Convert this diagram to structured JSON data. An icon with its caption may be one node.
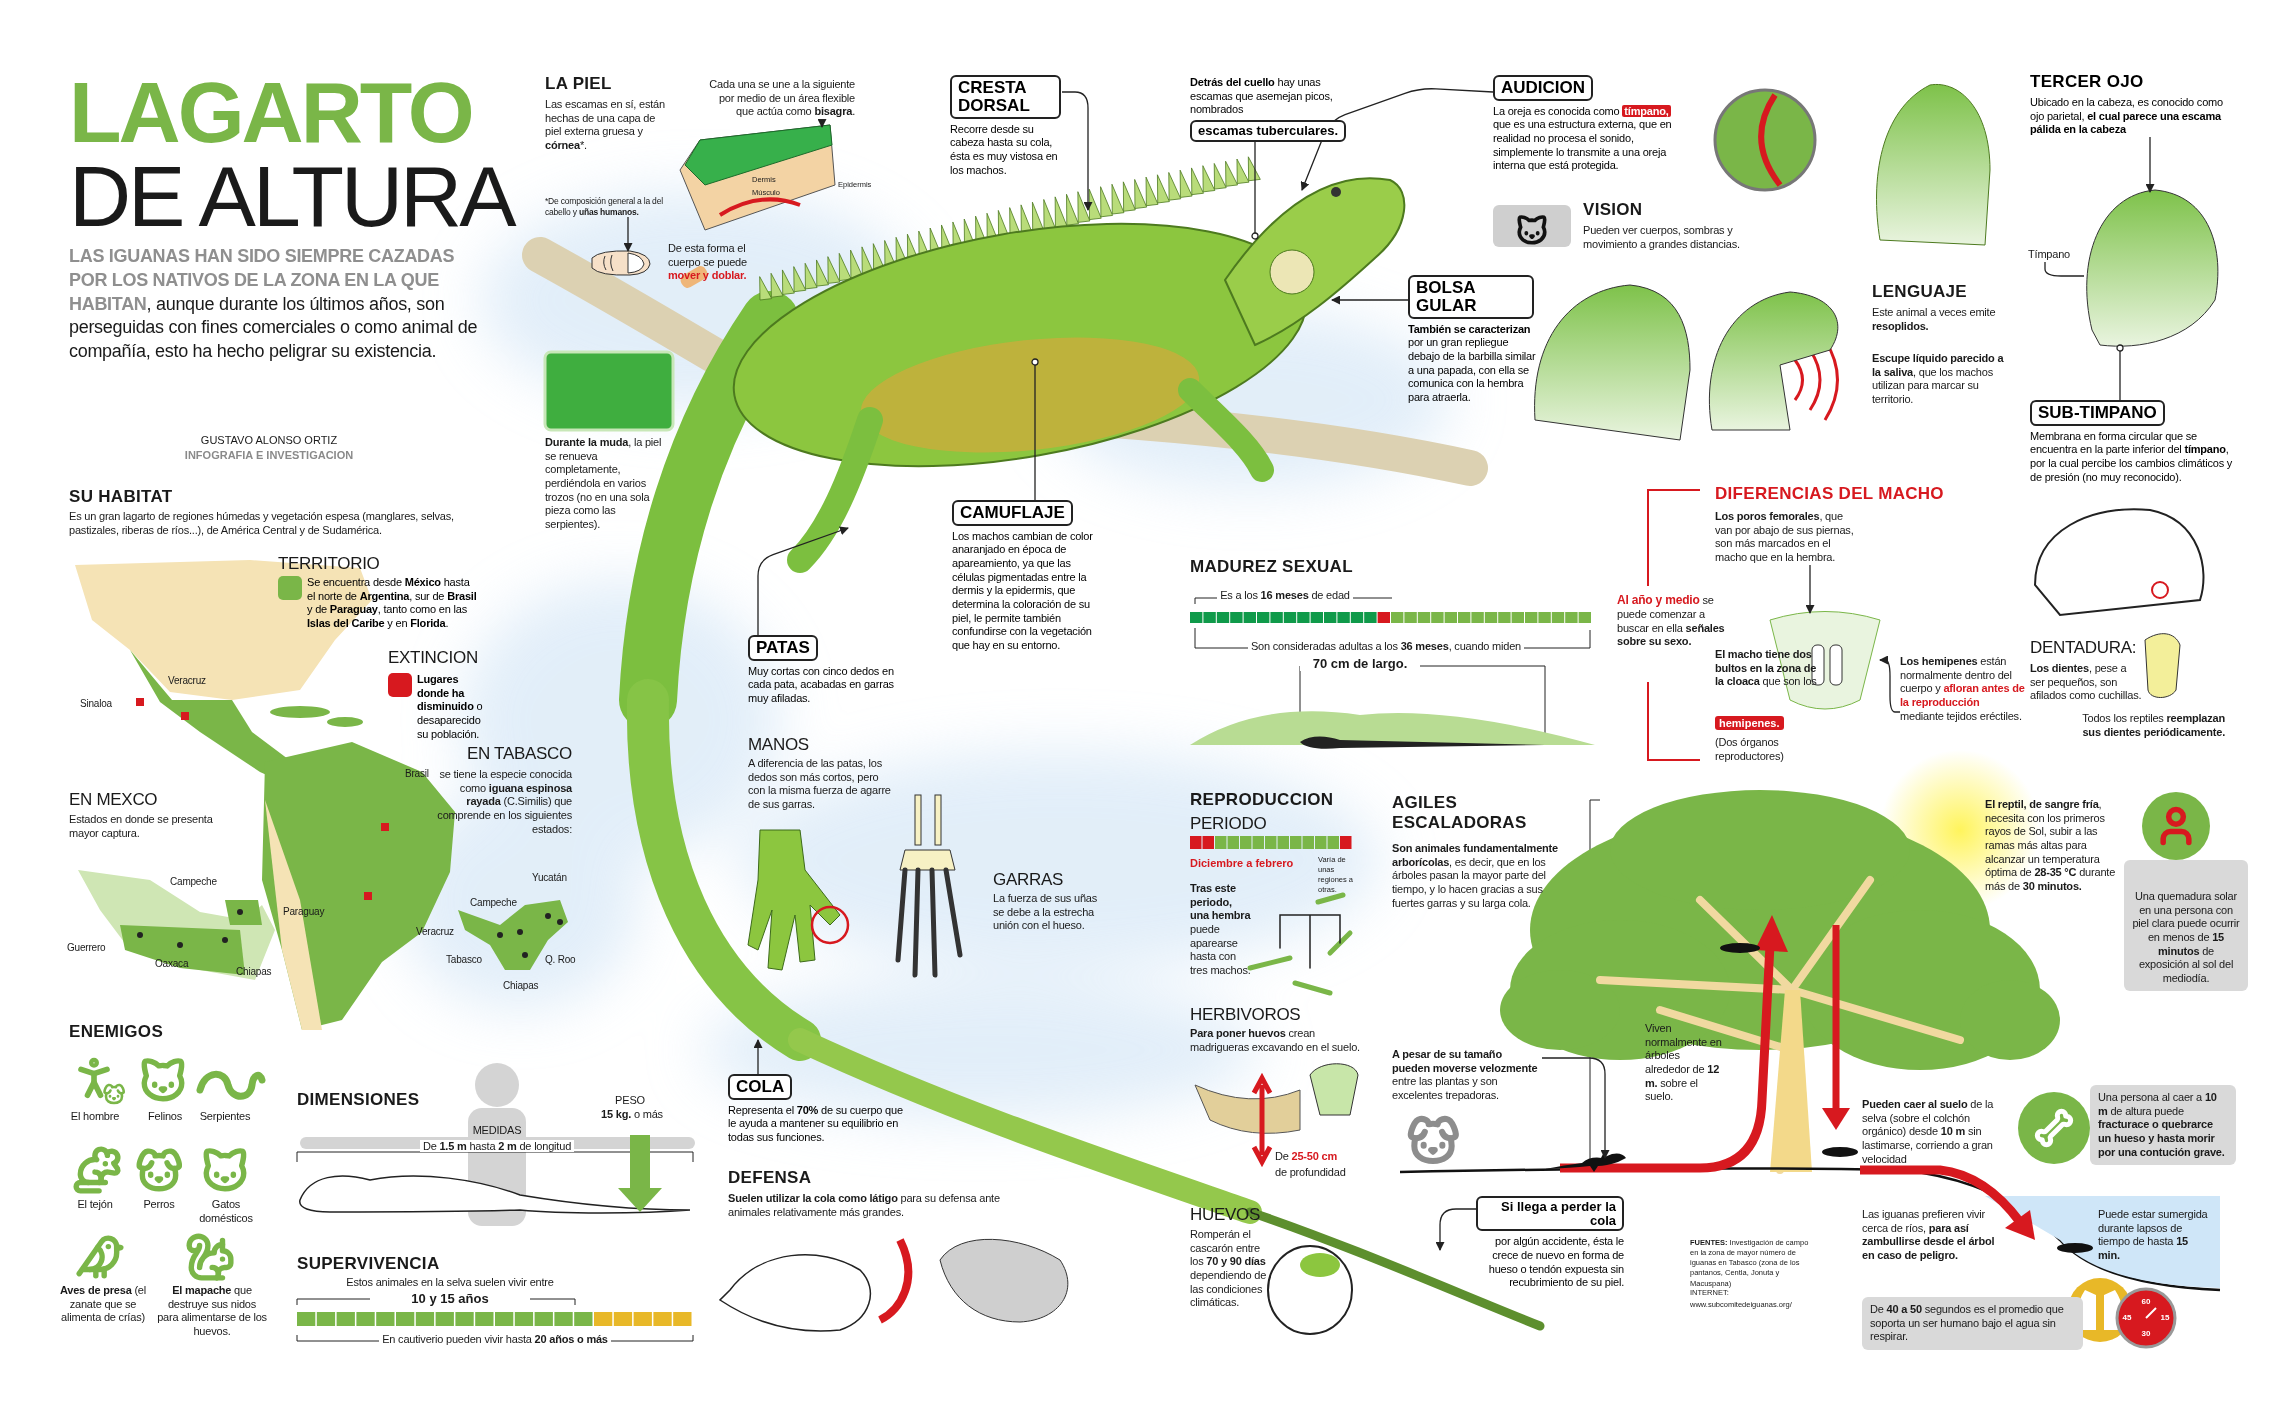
{
  "diagram": {
    "title": "LAGARTO DE ALTURA",
    "nodes": [
      {
        "text": [
          "CRESTA DORSAL",
          "Recorre desde su cabeza hasta su cola, ésta es muy vistosa en los machos."
        ]
      },
      {
        "text": [
          "escamas tuberculares."
        ],
        "beside": [
          "**Detrás del cuello** hay unas escamas que asemejan picos, nombrados"
        ]
      },
      {
        "text": [
          "AUDICION",
          "La oreja es conocida como **tímpano,** que es una estructura externa, que en realidad no procesa el sonido, simplemente lo transmite a una oreja interna que está protegida."
        ]
      },
      {
        "text": [
          "BOLSA GULAR",
          "**También se caracterizan** por un gran repliegue debajo de la barbilla similar a una papada, con ella se comunica con la hembra para atraerla."
        ]
      },
      {
        "text": [
          "CAMUFLAJE",
          "Los machos cambian de color anaranjado en época de apareamiento, ya que las células pigmentadas entre la dermis y la epidermis, que determina la coloración de su piel, le permite también confundirse con la vegetación que hay en su entorno."
        ]
      },
      {
        "text": [
          "PATAS",
          "Muy cortas con cinco dedos en cada pata, acabadas en garras muy afiladas."
        ]
      },
      {
        "text": [
          "COLA",
          "Representa el **70%** de su cuerpo que le ayuda a mantener su equilibrio en todas sus funciones."
        ]
      },
      {
        "text": [
          "Si llega a perder la cola",
          "por algún accidente, ésta le crece de nuevo en forma de hueso o tendón expuesta sin recubrimiento de su piel."
        ]
      },
      {
        "text": [
          "TERCER OJO",
          "Ubicado en la cabeza, es conocido como ojo parietal, **el cual parece una escama pálida en la cabeza**"
        ]
      },
      {
        "text": [
          "Tímpano"
        ]
      },
      {
        "text": [
          "SUB-TIMPANO",
          "Membrana en forma circular que se encuentra en la parte inferior del **tímpano**, por la cual percibe los cambios climáticos y de presión (no muy reconocido)."
        ]
      },
      {
        "text": [
          "Cada una se une a la siguiente por medio de un área flexible que actúa como **bisagra**."
        ]
      },
      {
        "text": [
          "*De composición general a la del cabello y **uñas humanos.**"
        ]
      },
      {
        "text": [
          "**Los poros femorales**, que van por abajo de sus piernas, son más marcados en el macho que en la hembra."
        ]
      },
      {
        "text": [
          "**Los hemipenes** están normalmente dentro del cuerpo y **afloran antes de la reproducción** mediante tejidos eréctiles."
        ]
      },
      {
        "text": [
          "**A pesar de su tamaño pueden moverse velozmente** entre las plantas y son excelentes trepadoras."
        ]
      },
      {
        "text": [],
        "shape": "picture"
      },
      {
        "text": [],
        "shape": "picture"
      },
      {
        "text": [],
        "shape": "picture"
      },
      {
        "text": [],
        "shape": "picture"
      },
      {
        "text": [],
        "shape": "picture"
      },
      {
        "text": [],
        "shape": "picture"
      }
    ],
    "edges": [
      {
        "from": 0,
        "to": null,
        "arrow": "to"
      },
      {
        "from": 1,
        "to": 21,
        "arrow": "other"
      },
      {
        "from": 2,
        "to": 21,
        "arrow": "to"
      },
      {
        "from": 3,
        "to": 21,
        "arrow": "to"
      },
      {
        "from": 4,
        "to": null,
        "arrow": "other"
      },
      {
        "from": 5,
        "to": null,
        "arrow": "to"
      },
      {
        "from": 6,
        "to": null,
        "arrow": "to"
      },
      {
        "from": 7,
        "to": null,
        "arrow": "to"
      },
      {
        "from": 8,
        "to": 16,
        "arrow": "to"
      },
      {
        "from": 9,
        "to": 16,
        "arrow": "none"
      },
      {
        "from": 10,
        "to": 16,
        "arrow": "other"
      },
      {
        "from": 11,
        "to": 17,
        "arrow": "to"
      },
      {
        "from": 12,
        "to": 18,
        "arrow": "to"
      },
      {
        "from": 13,
        "to": 19,
        "arrow": "to"
      },
      {
        "from": 14,
        "to": 19,
        "arrow": "to"
      },
      {
        "from": 15,
        "to": 20,
        "arrow": "to"
      }
    ],
    "labels": [
      "**LAS IGUANAS HAN SIDO SIEMPRE CAZADAS POR LOS NATIVOS DE LA ZONA EN LA QUE HABITAN**, aunque durante los últimos años, son perseguidas con fines comerciales o como animal de compañía, esto ha hecho peligrar su existencia.",
      "GUSTAVO ALONSO ORTIZ",
      "INFOGRAFIA E INVESTIGACION",
      "SU HABITAT",
      "Es un gran lagarto de regiones húmedas y vegetación espesa (manglares, selvas, pastizales, riberas de ríos...), de América Central y de Sudamérica.",
      "TERRITORIO",
      "EXTINCION",
      "Sinaloa",
      "Veracruz",
      "Brasil",
      "Paraguay",
      "EN MEXCO",
      "Estados en donde se presenta mayor captura.",
      "Campeche",
      "Guerrero",
      "Oaxaca",
      "Chiapas",
      "EN TABASCO",
      "se tiene la especie conocida como **iguana espinosa rayada** (C.Similis) que comprende en los siguientes estados:",
      "Yucatán",
      "Campeche",
      "Veracruz",
      "Tabasco",
      "Q. Roo",
      "Chiapas",
      "ENEMIGOS",
      "El hombre",
      "Felinos",
      "Serpientes",
      "El tejón",
      "Perros",
      "Gatos domésticos",
      "**Aves de presa** (el zanate que se alimenta de crías)",
      "**El mapache** que destruye sus nidos para alimentarse de los huevos.",
      "DIMENSIONES",
      "MEDIDAS",
      "De **1.5 m** hasta **2 m** de longitud",
      "PESO",
      "**15 kg.** o más",
      "SUPERVIVENCIA",
      "Estos animales en la selva suelen vivir entre",
      "10 y 15 años",
      "En cautiverio pueden vivir hasta **20 años o más**",
      "LA PIEL",
      "Las escamas en sí, están hechas de una capa de piel externa gruesa y **córnea***.",
      "Dermis",
      "Músculo",
      "Epidermis",
      "De esta forma el cuerpo se puede **mover y doblar.**",
      "**Durante la muda**, la piel se renueva completamente, perdiéndola en varios trozos (no en una sola pieza como las serpientes).",
      "MANOS",
      "A diferencia de las patas, los dedos son más cortos, pero con la misma fuerza de agarre de sus garras.",
      "GARRAS",
      "La fuerza de sus uñas se debe a la estrecha unión con el hueso.",
      "DEFENSA",
      "**Suelen utilizar la cola como látigo** para su defensa ante animales relativamente más grandes.",
      "VISION",
      "Pueden ver cuerpos, sombras y movimiento a grandes distancias.",
      "LENGUAJE",
      "Este animal a veces emite **resoplidos.**",
      "**Escupe líquido parecido a la saliva**, que los machos utilizan para marcar su territorio.",
      "MADUREZ SEXUAL",
      "Es a los **16 meses** de edad",
      "Son consideradas adultas a los **36 meses**, cuando miden",
      "70 cm de largo.",
      "**Al año y medio** se puede comenzar a buscar en ella **señales sobre su sexo.**",
      "DIFERENCIAS DEL MACHO",
      "**El macho tiene dos bultos en la zona de la cloaca** que son los",
      "hemipenes.",
      "(Dos órganos reproductores)",
      "DENTADURA:",
      "**Los dientes**, pese a ser pequeños, son afilados como cuchillas.",
      "Todos los reptiles **reemplazan sus dientes periódicamente.**",
      "REPRODUCCION",
      "PERIODO",
      "Diciembre a febrero",
      "Varía de unas regiones a otras.",
      "**Tras este periodo, una hembra** puede aparearse hasta con tres machos.",
      "HERBIVOROS",
      "**Para poner huevos** crean madrigueras excavando en el suelo.",
      "De **25-50 cm**",
      "de profundidad",
      "HUEVOS",
      "Romperán el cascarón entre los **70 y 90 días** dependiendo de las condiciones climáticas.",
      "AGILES ESCALADORAS",
      "**Son animales fundamentalmente arborícolas**, es decir, que en los árboles pasan la mayor parte del tiempo, y lo hacen gracias a sus fuertes garras y su larga cola.",
      "Viven normalmente en árboles alrededor de **12 m.** sobre el suelo.",
      "**El reptil, de sangre fría**, necesita con los primeros rayos de Sol, subir a las ramas más altas para alcanzar un temperatura óptima de **28-35 °C** durante más de **30 minutos.**",
      "Una quemadura solar en una persona con piel clara puede ocurrir en menos de **15 minutos** de exposición al sol del mediodía.",
      "**Pueden caer al suelo** de la selva (sobre el colchón orgánico) desde **10 m** sin lastimarse, corriendo a gran velocidad",
      "Una persona al caer a **10 m** de altura puede **fracturace o quebrarce un hueso y hasta morir por una contución grave.**",
      "Las iguanas prefieren vivir cerca de ríos, **para así zambullirse desde el árbol en caso de peligro.**",
      "Puede estar sumergida durante lapsos de tiempo de hasta **15 min.**",
      "De **40 a 50** segundos es el promedio que soporta un ser humano bajo el agua sin respirar.",
      "**FUENTES:** Investigación de campo en la zona de mayor número de iguanas en Tabasco (zona de los pantanos, Centla, Jonuta y Macuspana)",
      "INTERNET:",
      "www.subcomitedeiguanas.org/",
      "60",
      "15",
      "30",
      "45"
    ],
    "legend": [
      {
        "text": "Se encuentra desde **México** hasta el norte de **Argentina**, sur de **Brasil** y de **Paraguay**, tanto como en las **Islas del Caribe** y en **Florida**.",
        "color": "#7ab648"
      },
      {
        "text": "**Lugares donde ha disminuido** o desaparecido su población.",
        "color": "#d7191f"
      }
    ]
  }
}
